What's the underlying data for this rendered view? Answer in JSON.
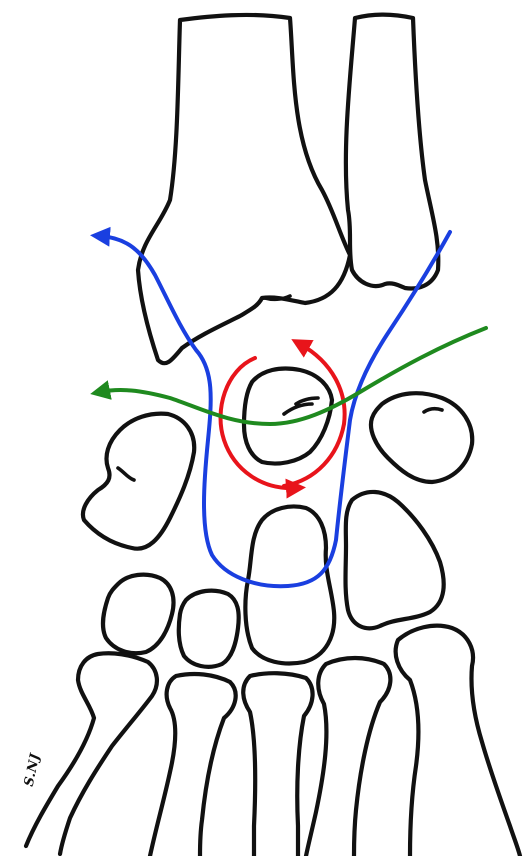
{
  "signature": "S.NJ",
  "colors": {
    "bone_outline": "#111111",
    "background": "#ffffff",
    "dislocation_path": "#1a3fe0",
    "rotation_arrow": "#e8141b",
    "transverse_line": "#1f8a1f"
  },
  "annotations": [
    {
      "name": "blue-arrow",
      "color_key": "dislocation_path",
      "description_icon": "curved-arrow"
    },
    {
      "name": "red-circular-arrow",
      "color_key": "rotation_arrow",
      "description_icon": "rotation-arrow"
    },
    {
      "name": "green-arrow",
      "color_key": "transverse_line",
      "description_icon": "straight-arrow"
    }
  ]
}
